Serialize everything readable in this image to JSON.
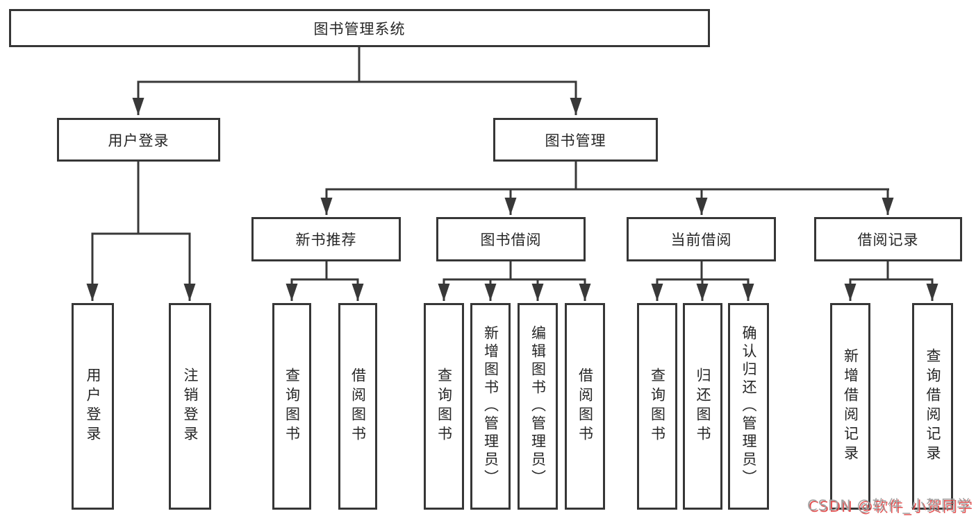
{
  "diagram": {
    "type": "hierarchy-tree",
    "colors": {
      "line": "#383838",
      "box_border": "#363636",
      "box_bg": "#ffffff",
      "text": "#262626",
      "watermark_gray": "#a3a3a3",
      "watermark_red": "#e35050"
    },
    "tree": {
      "label": "图书管理系统",
      "children": [
        {
          "label": "用户登录",
          "children": [
            {
              "label": "用户登录"
            },
            {
              "label": "注销登录"
            }
          ]
        },
        {
          "label": "图书管理",
          "children": [
            {
              "label": "新书推荐",
              "children": [
                {
                  "label": "查询图书"
                },
                {
                  "label": "借阅图书"
                }
              ]
            },
            {
              "label": "图书借阅",
              "children": [
                {
                  "label": "查询图书"
                },
                {
                  "label": "新增图书（管理员）"
                },
                {
                  "label": "编辑图书（管理员）"
                },
                {
                  "label": "借阅图书"
                }
              ]
            },
            {
              "label": "当前借阅",
              "children": [
                {
                  "label": "查询图书"
                },
                {
                  "label": "归还图书"
                },
                {
                  "label": "确认归还（管理员）"
                }
              ]
            },
            {
              "label": "借阅记录",
              "children": [
                {
                  "label": "新增借阅记录"
                },
                {
                  "label": "查询借阅记录"
                }
              ]
            }
          ]
        }
      ]
    }
  },
  "watermark": {
    "text": "CSDN @软件_小贺同学"
  }
}
